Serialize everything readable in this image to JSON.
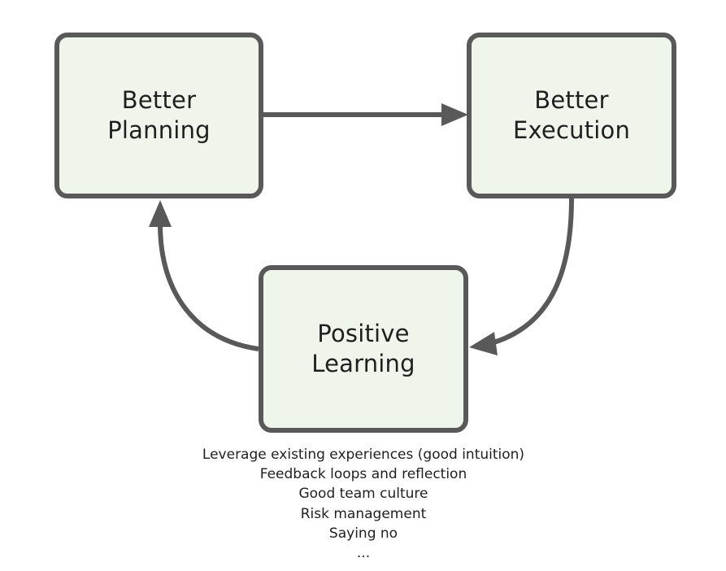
{
  "nodes": {
    "planning": {
      "label": "Better\nPlanning"
    },
    "execution": {
      "label": "Better\nExecution"
    },
    "learning": {
      "label": "Positive\nLearning"
    }
  },
  "notes": [
    "Leverage existing experiences (good intuition)",
    "Feedback loops and reflection",
    "Good team culture",
    "Risk management",
    "Saying no",
    "..."
  ],
  "colors": {
    "box_fill": "#eff5eb",
    "box_border": "#595959",
    "arrow": "#595959",
    "text": "#1f1f1f"
  }
}
